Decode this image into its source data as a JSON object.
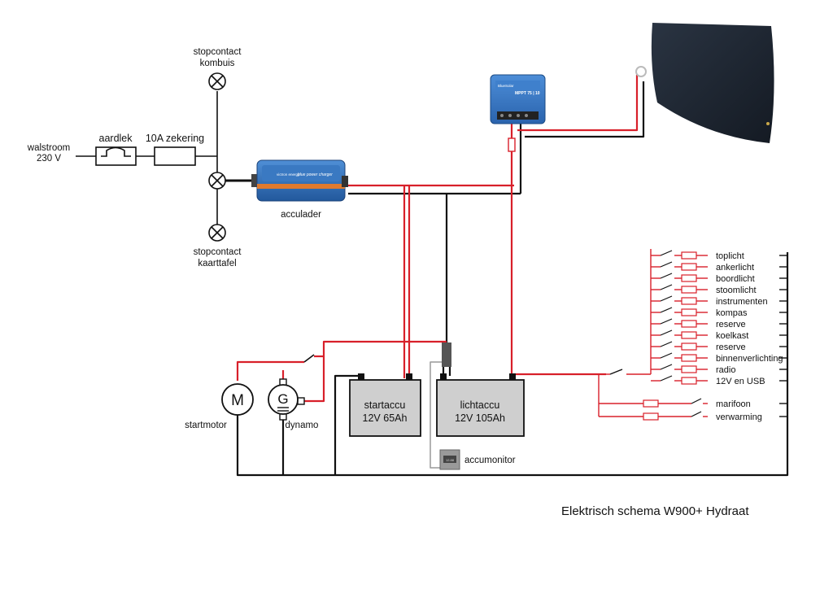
{
  "title": "Elektrisch schema W900+ Hydraat",
  "shore": {
    "label_1": "walstroom",
    "label_2": "230 V"
  },
  "earth_leakage": "aardlek",
  "main_fuse": "10A zekering",
  "outlet_galley": {
    "line1": "stopcontact",
    "line2": "kombuis"
  },
  "outlet_chart": {
    "line1": "stopcontact",
    "line2": "kaarttafel"
  },
  "charger": {
    "caption": "acculader",
    "brand": "victron energy",
    "model": "blue power charger"
  },
  "mppt": {
    "brand": "BlueSolar",
    "model": "MPPT 75 | 10"
  },
  "start_battery": {
    "name": "startaccu",
    "spec": "12V 65Ah"
  },
  "house_battery": {
    "name": "lichtaccu",
    "spec": "12V 105Ah"
  },
  "monitor": {
    "caption": "accumonitor",
    "screen": "12.88"
  },
  "starter": {
    "symbol": "M",
    "caption": "startmotor"
  },
  "alternator": {
    "symbol": "G",
    "caption": "dynamo"
  },
  "loads": [
    "toplicht",
    "ankerlicht",
    "boordlicht",
    "stoomlicht",
    "instrumenten",
    "kompas",
    "reserve",
    "koelkast",
    "reserve",
    "binnenverlichting",
    "radio",
    "12V en USB"
  ],
  "direct_loads": [
    "marifoon",
    "verwarming"
  ],
  "colors": {
    "positive": "#d8202a",
    "negative": "#111111",
    "charger_blue": "#2f6fb5",
    "charger_stripe": "#e07a2e",
    "panel": "#1f2733"
  }
}
